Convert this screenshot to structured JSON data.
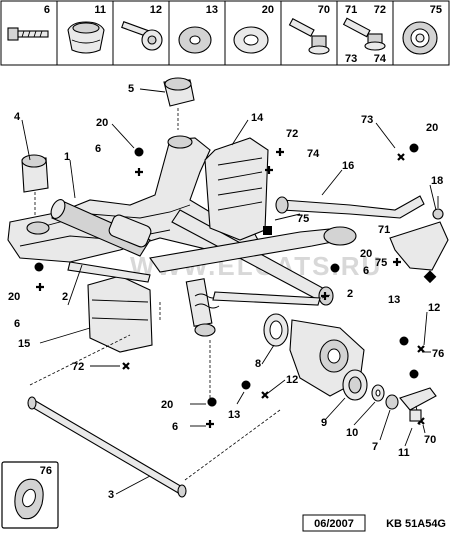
{
  "header_cells": [
    {
      "ref": "6",
      "icon": "bolt-icon"
    },
    {
      "ref": "11",
      "icon": "grommet-icon"
    },
    {
      "ref": "12",
      "icon": "screw-icon"
    },
    {
      "ref": "13",
      "icon": "washer-icon"
    },
    {
      "ref": "20",
      "icon": "washer-icon"
    },
    {
      "ref": "70",
      "icon": "flange-bolt-icon"
    },
    {
      "ref": "71",
      "ref2": "72",
      "ref3": "73",
      "ref4": "74",
      "icon": "flange-bolt-icon"
    },
    {
      "ref": "75",
      "icon": "bushing-icon"
    }
  ],
  "callouts": {
    "c1": "1",
    "c2a": "2",
    "c2b": "2",
    "c3": "3",
    "c4": "4",
    "c5": "5",
    "c6a": "6",
    "c6b": "6",
    "c6c": "6",
    "c6d": "6",
    "c7": "7",
    "c8": "8",
    "c9": "9",
    "c10": "10",
    "c11": "11",
    "c12a": "12",
    "c12b": "12",
    "c13a": "13",
    "c13b": "13",
    "c14": "14",
    "c15": "15",
    "c16": "16",
    "c18": "18",
    "c20a": "20",
    "c20b": "20",
    "c20c": "20",
    "c20d": "20",
    "c20e": "20",
    "c70": "70",
    "c71": "71",
    "c72a": "72",
    "c72b": "72",
    "c73": "73",
    "c74": "74",
    "c75a": "75",
    "c75b": "75",
    "c76a": "76",
    "c76b": "76"
  },
  "inset_ref": "76",
  "watermark": "WWW.ELCATS.RU",
  "footer": {
    "date": "06/2007",
    "code": "KB 51A54G"
  },
  "colors": {
    "line": "#000000",
    "part": "#e9e9e9",
    "shade": "#d3d3d3",
    "watermark": "#d8d8d8"
  }
}
